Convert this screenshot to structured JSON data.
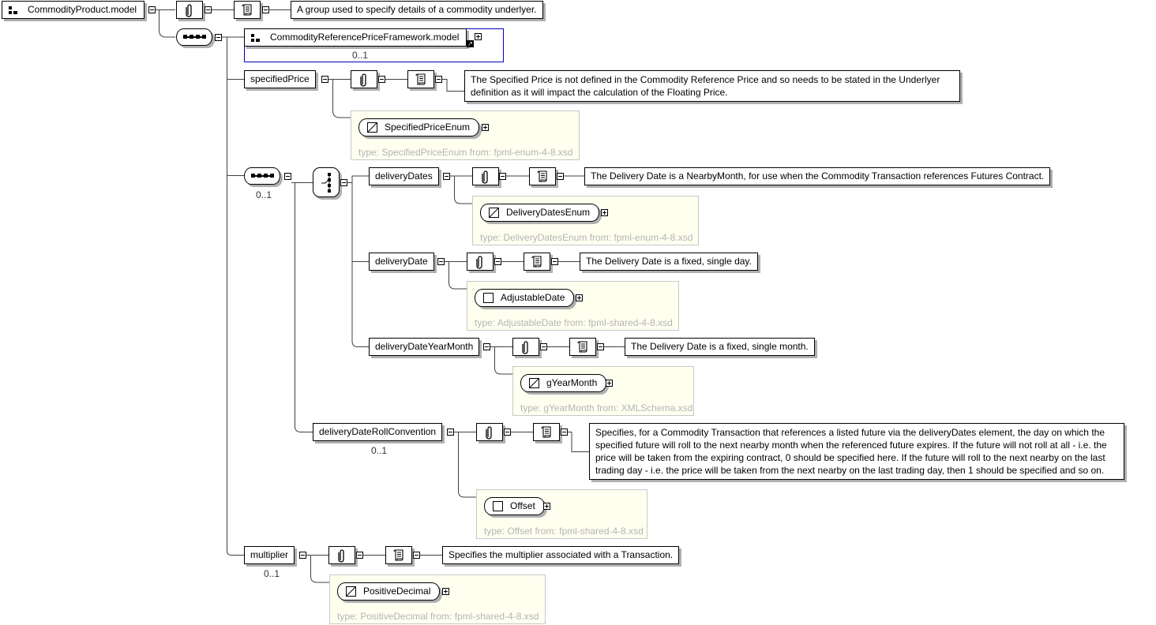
{
  "root": {
    "name": "CommodityProduct.model",
    "icon": "model-group-icon",
    "documentation": "A group used to specify details of a commodity underlyer."
  },
  "ref_model": {
    "name": "CommodityReferencePriceFramework.model",
    "occurrence": "0..1",
    "icon": "model-group-reference-icon"
  },
  "sequence_main": {
    "icon": "sequence-icon"
  },
  "sequence_optional": {
    "icon": "sequence-icon",
    "occurrence": "0..1"
  },
  "choice": {
    "icon": "choice-icon"
  },
  "icons": {
    "annotation": "paperclip-icon",
    "documentation": "scroll-icon",
    "collapse": "minus-toggle",
    "expand": "plus-toggle",
    "simple_type": "simple-type-icon",
    "complex_type": "complex-type-icon"
  },
  "elements": {
    "specifiedPrice": {
      "name": "specifiedPrice",
      "documentation": "The Specified Price is not defined in the Commodity Reference Price and so needs to be stated in the Underlyer definition as it will impact the calculation of the Floating Price.",
      "type_name": "SpecifiedPriceEnum",
      "type_info": "type: SpecifiedPriceEnum from: fpml-enum-4-8.xsd"
    },
    "deliveryDates": {
      "name": "deliveryDates",
      "documentation": "The Delivery Date is a NearbyMonth, for use when the Commodity Transaction references Futures Contract.",
      "type_name": "DeliveryDatesEnum",
      "type_info": "type: DeliveryDatesEnum from: fpml-enum-4-8.xsd"
    },
    "deliveryDate": {
      "name": "deliveryDate",
      "documentation": "The Delivery Date is a fixed, single day.",
      "type_name": "AdjustableDate",
      "type_info": "type: AdjustableDate from: fpml-shared-4-8.xsd"
    },
    "deliveryDateYearMonth": {
      "name": "deliveryDateYearMonth",
      "documentation": "The Delivery Date is a fixed, single month.",
      "type_name": "gYearMonth",
      "type_info": "type: gYearMonth from: XMLSchema.xsd"
    },
    "deliveryDateRollConvention": {
      "name": "deliveryDateRollConvention",
      "occurrence": "0..1",
      "documentation": "Specifies, for a Commodity Transaction that references a listed future via the deliveryDates element, the day on which the specified future will roll to the next nearby month when the referenced future expires. If the future will not roll at all - i.e. the price will be taken from the expiring contract, 0 should be specified here. If the future will roll to the next nearby on the last trading day - i.e. the price will be taken from the next nearby on the last trading day, then 1 should be specified and so on.",
      "type_name": "Offset",
      "type_info": "type: Offset from: fpml-shared-4-8.xsd"
    },
    "multiplier": {
      "name": "multiplier",
      "occurrence": "0..1",
      "documentation": "Specifies the multiplier associated with a Transaction.",
      "type_name": "PositiveDecimal",
      "type_info": "type: PositiveDecimal from: fpml-shared-4-8.xsd"
    }
  }
}
